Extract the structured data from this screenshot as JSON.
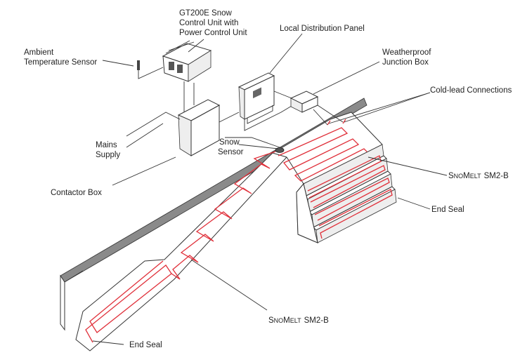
{
  "labels": {
    "controller_line1": "GT200E Snow",
    "controller_line2": "Control Unit with",
    "controller_line3": "Power Control Unit",
    "ambient_line1": "Ambient",
    "ambient_line2": "Temperature Sensor",
    "distribution_panel": "Local Distribution Panel",
    "junction_line1": "Weatherproof",
    "junction_line2": "Junction Box",
    "cold_lead": "Cold-lead Connections",
    "mains_line1": "Mains",
    "mains_line2": "Supply",
    "snow_sensor_line1": "Snow",
    "snow_sensor_line2": "Sensor",
    "contactor_box": "Contactor Box",
    "end_seal_right": "End Seal",
    "end_seal_bottom": "End Seal"
  },
  "product": {
    "prefix_s": "S",
    "prefix_no": "NO",
    "prefix_m": "M",
    "prefix_elt": "ELT",
    "model": "SM2-B"
  },
  "colors": {
    "heating_cable": "#e0303a",
    "wall_top": "#8a8a8a",
    "outline": "#333333"
  }
}
